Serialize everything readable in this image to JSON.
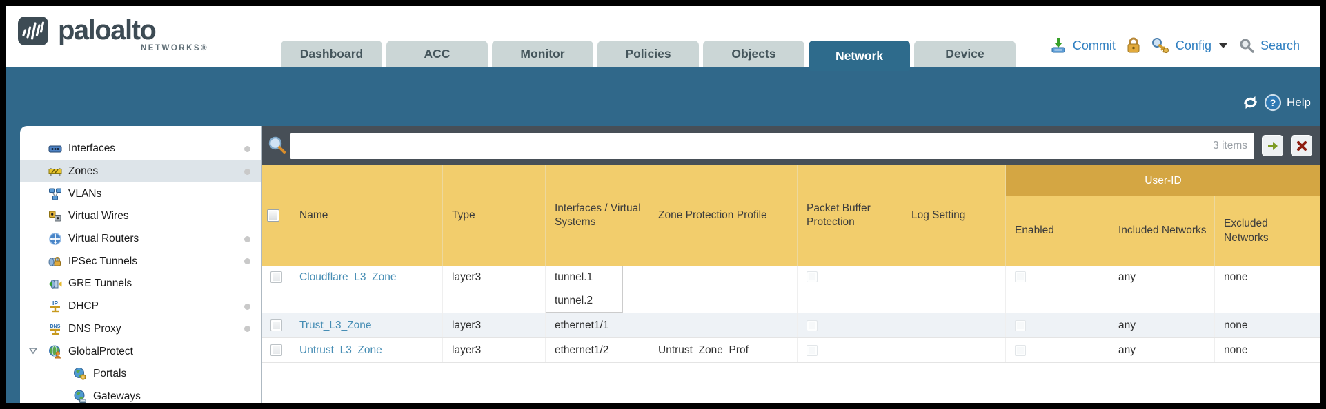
{
  "header": {
    "logo_text": "paloalto",
    "logo_sub": "NETWORKS®",
    "tabs": [
      {
        "label": "Dashboard"
      },
      {
        "label": "ACC"
      },
      {
        "label": "Monitor"
      },
      {
        "label": "Policies"
      },
      {
        "label": "Objects"
      },
      {
        "label": "Network"
      },
      {
        "label": "Device"
      }
    ],
    "active_tab": "Network",
    "actions": {
      "commit": "Commit",
      "config": "Config",
      "search": "Search"
    }
  },
  "subheader": {
    "help": "Help"
  },
  "sidebar": {
    "selected": "Zones",
    "items": [
      {
        "label": "Interfaces",
        "icon": "interfaces-icon",
        "dot": true
      },
      {
        "label": "Zones",
        "icon": "zones-icon",
        "dot": true,
        "selected": true
      },
      {
        "label": "VLANs",
        "icon": "vlans-icon",
        "dot": false
      },
      {
        "label": "Virtual Wires",
        "icon": "virtual-wires-icon",
        "dot": false
      },
      {
        "label": "Virtual Routers",
        "icon": "virtual-routers-icon",
        "dot": true
      },
      {
        "label": "IPSec Tunnels",
        "icon": "ipsec-tunnels-icon",
        "dot": true
      },
      {
        "label": "GRE Tunnels",
        "icon": "gre-tunnels-icon",
        "dot": false
      },
      {
        "label": "DHCP",
        "icon": "dhcp-icon",
        "dot": true
      },
      {
        "label": "DNS Proxy",
        "icon": "dns-proxy-icon",
        "dot": true
      },
      {
        "label": "GlobalProtect",
        "icon": "globalprotect-icon",
        "dot": false,
        "expanded": true
      },
      {
        "label": "Portals",
        "icon": "portals-icon",
        "indent": 1
      },
      {
        "label": "Gateways",
        "icon": "gateways-icon",
        "indent": 1
      }
    ]
  },
  "toolbar": {
    "count_label": "3 items"
  },
  "table": {
    "user_id_group": "User-ID",
    "columns": [
      "Name",
      "Type",
      "Interfaces / Virtual Systems",
      "Zone Protection Profile",
      "Packet Buffer Protection",
      "Log Setting",
      "Enabled",
      "Included Networks",
      "Excluded Networks"
    ],
    "rows": [
      {
        "name": "Cloudflare_L3_Zone",
        "type": "layer3",
        "interfaces": [
          "tunnel.1",
          "tunnel.2"
        ],
        "zone_protection_profile": "",
        "log_setting": "",
        "included_networks": "any",
        "excluded_networks": "none"
      },
      {
        "name": "Trust_L3_Zone",
        "type": "layer3",
        "interfaces": [
          "ethernet1/1"
        ],
        "zone_protection_profile": "",
        "log_setting": "",
        "included_networks": "any",
        "excluded_networks": "none"
      },
      {
        "name": "Untrust_L3_Zone",
        "type": "layer3",
        "interfaces": [
          "ethernet1/2"
        ],
        "zone_protection_profile": "Untrust_Zone_Prof",
        "log_setting": "",
        "included_networks": "any",
        "excluded_networks": "none"
      }
    ]
  },
  "colors": {
    "gold_header": "#f2cd6c",
    "amber_group": "#d4a643",
    "teal_band": "#30688a",
    "toolbar_bg": "#474f57",
    "link_blue": "#468db4"
  }
}
